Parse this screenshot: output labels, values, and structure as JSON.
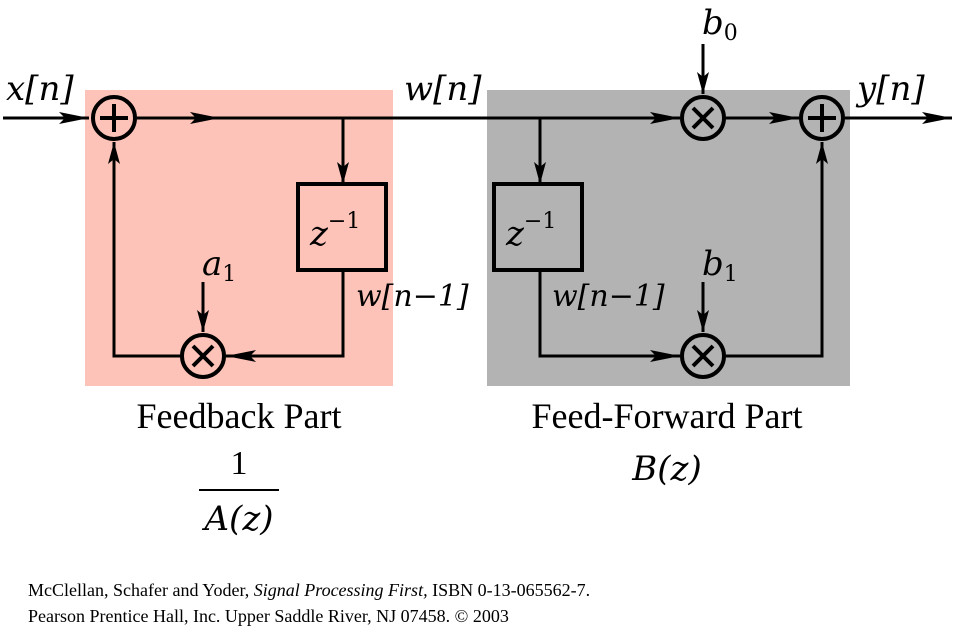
{
  "colors": {
    "feedback_region": "#fec3b8",
    "feedforward_region": "#b3b3b3",
    "line": "#000000"
  },
  "signals": {
    "input": "x[n]",
    "intermediate": "w[n]",
    "output": "y[n]",
    "delayed_feedback": "w[n−1]",
    "delayed_feedforward": "w[n−1]"
  },
  "delay_blocks": {
    "feedback": {
      "base": "z",
      "exponent": "−1"
    },
    "feedforward": {
      "base": "z",
      "exponent": "−1"
    }
  },
  "coefficients": {
    "a1": {
      "base": "a",
      "sub": "1"
    },
    "b0": {
      "base": "b",
      "sub": "0"
    },
    "b1": {
      "base": "b",
      "sub": "1"
    }
  },
  "operators": {
    "adder": "+",
    "multiplier": "×"
  },
  "sections": {
    "feedback": {
      "title": "Feedback Part",
      "numerator": "1",
      "denominator": "A(z)"
    },
    "feedforward": {
      "title": "Feed-Forward Part",
      "expression": "B(z)"
    }
  },
  "credit": {
    "line1_authors": "McClellan, Schafer and Yoder, ",
    "line1_book": "Signal Processing First,",
    "line1_isbn": " ISBN 0-13-065562-7.",
    "line2": "Pearson Prentice Hall, Inc. Upper Saddle River, NJ 07458. © 2003"
  }
}
